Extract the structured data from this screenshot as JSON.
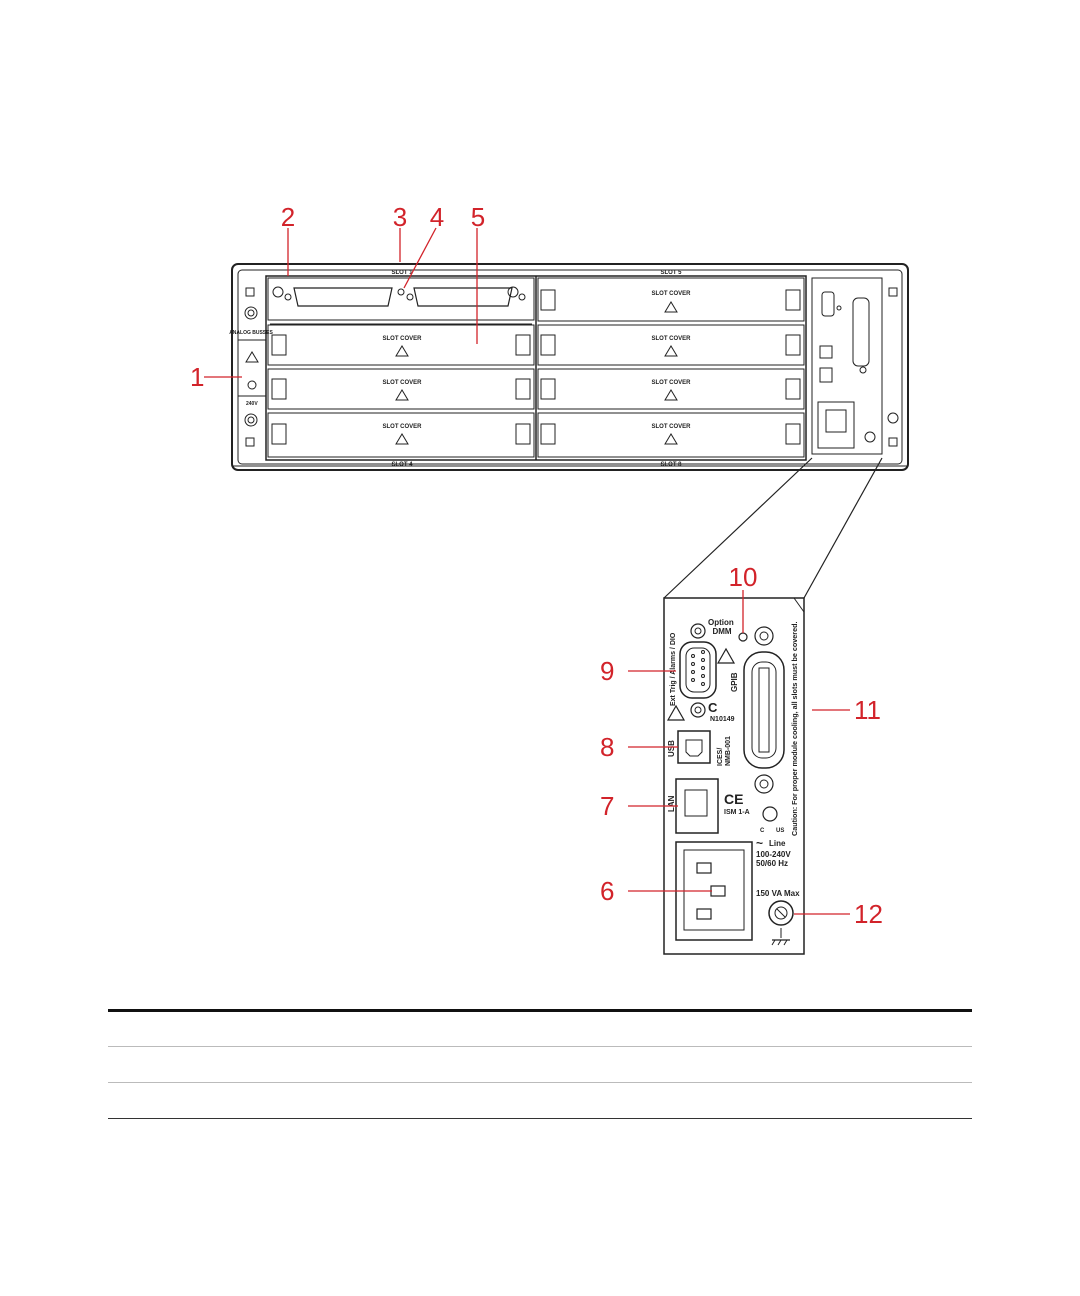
{
  "callouts": [
    "1",
    "2",
    "3",
    "4",
    "5",
    "6",
    "7",
    "8",
    "9",
    "10",
    "11",
    "12"
  ],
  "rear_panel": {
    "slot_top_left": "SLOT 1",
    "slot_top_right": "SLOT 5",
    "slot_bottom_left": "SLOT 4",
    "slot_bottom_right": "SLOT 8",
    "slot_cover_label": "SLOT COVER",
    "analog_busses": "ANALOG BUSSES",
    "voltage_label": "240V"
  },
  "detail_panel": {
    "option_dmm": [
      "Option",
      "DMM"
    ],
    "ext_trig": "Ext Trig / Alarms / DIO",
    "gpib": "GPIB",
    "cert_code": "N10149",
    "usb": "USB",
    "usb_class": [
      "ICES/",
      "NMB-001"
    ],
    "lan": "LAN",
    "ce_ism": "ISM 1-A",
    "cert_marks": [
      "C",
      "US"
    ],
    "caution": "Caution: For proper module cooling, all slots must be covered.",
    "line": "Line",
    "line_voltage": "100-240V",
    "line_freq": "50/60 Hz",
    "max_power": "150 VA Max"
  },
  "colors": {
    "callout": "#d2232a",
    "line": "#222222"
  }
}
